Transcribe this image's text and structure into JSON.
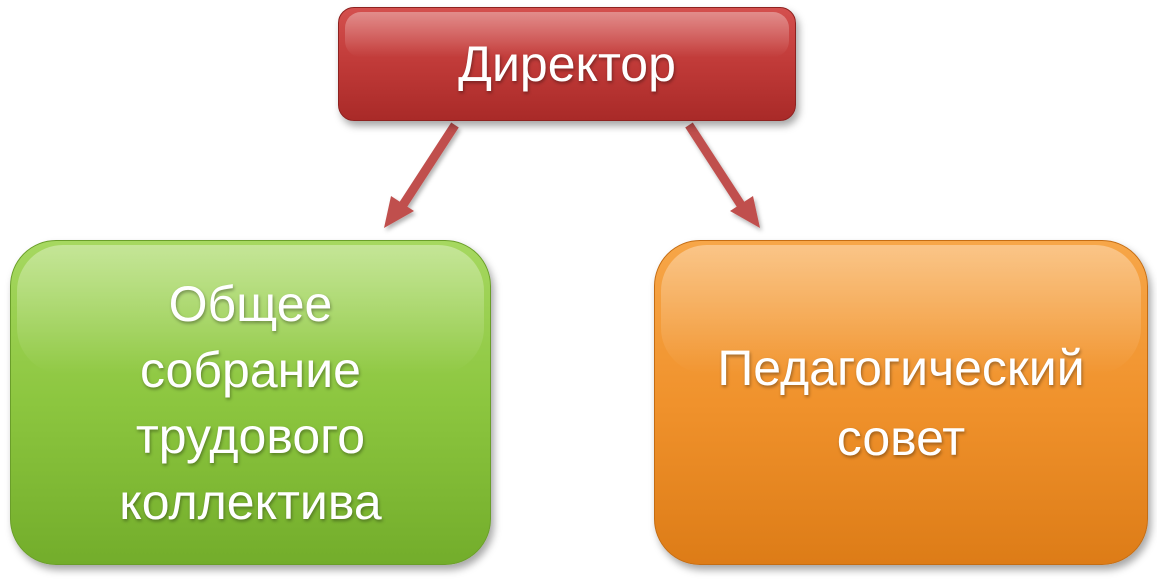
{
  "nodes": {
    "director": {
      "label": "Директор"
    },
    "general_assembly": {
      "label": "Общее\nсобрание\nтрудового\nколлектива"
    },
    "pedagogical_council": {
      "label": "Педагогический\nсовет"
    }
  },
  "colors": {
    "director": "#c03a38",
    "general_assembly": "#8cc63f",
    "pedagogical_council": "#f0922c",
    "arrow": "#c0504d"
  },
  "edges": [
    {
      "from": "director",
      "to": "general_assembly"
    },
    {
      "from": "director",
      "to": "pedagogical_council"
    }
  ]
}
